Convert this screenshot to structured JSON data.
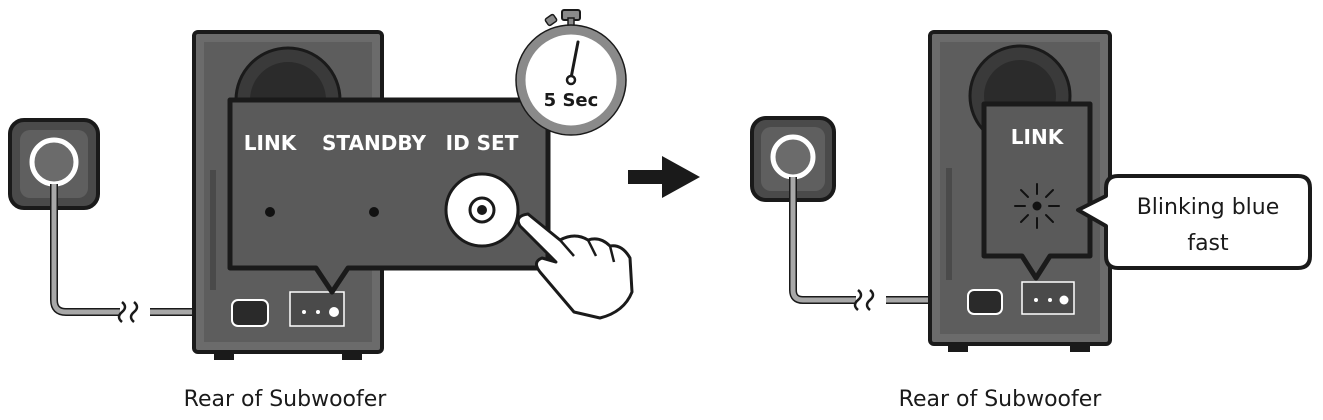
{
  "panel_left": {
    "buttons": [
      "LINK",
      "STANDBY",
      "ID SET"
    ],
    "timer_label": "5 Sec",
    "caption": "Rear of Subwoofer"
  },
  "panel_right": {
    "link_label": "LINK",
    "callout_text": [
      "Blinking blue",
      "fast"
    ],
    "caption": "Rear of Subwoofer"
  },
  "colors": {
    "cabinet": "#6b6b6b",
    "callout_bg": "#5a5a5a",
    "outline": "#1a1a1a",
    "cable": "#a8a8a8"
  },
  "icons": [
    "power-outlet-icon",
    "stopwatch-icon",
    "hand-press-icon",
    "arrow-right-icon",
    "blink-rays-icon"
  ]
}
